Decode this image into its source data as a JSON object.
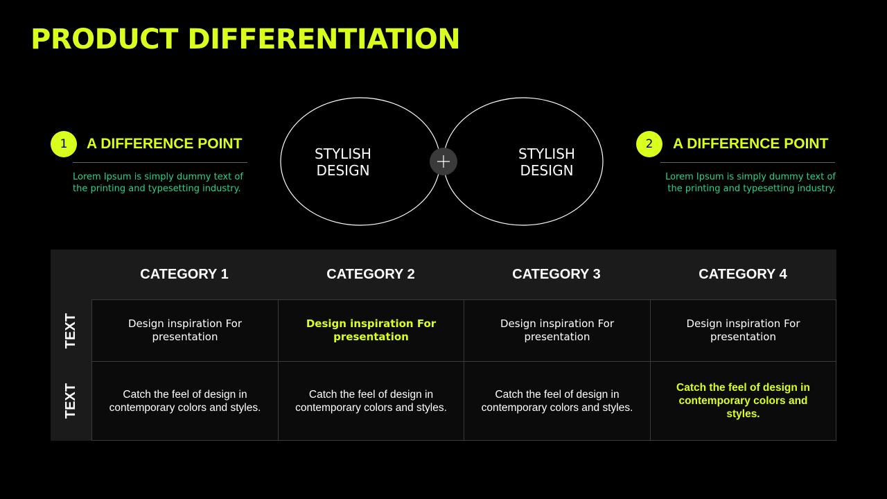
{
  "title": "PRODUCT DIFFERENTIATION",
  "colors": {
    "accent": "#d9ff1f",
    "description": "#27d38e",
    "background": "#000000"
  },
  "points": [
    {
      "number": "1",
      "title": "A DIFFERENCE POINT",
      "description": "Lorem Ipsum is simply dummy text of the printing and typesetting industry."
    },
    {
      "number": "2",
      "title": "A DIFFERENCE POINT",
      "description": "Lorem Ipsum is simply dummy text of the printing and typesetting industry."
    }
  ],
  "venn": {
    "left_label": "STYLISH DESIGN",
    "right_label": "STYLISH DESIGN",
    "center_icon": "plus-icon"
  },
  "table": {
    "headers": [
      "CATEGORY 1",
      "CATEGORY 2",
      "CATEGORY 3",
      "CATEGORY 4"
    ],
    "rows": [
      {
        "label": "TEXT",
        "cells": [
          "Design inspiration For presentation",
          "Design inspiration For presentation",
          "Design inspiration For presentation",
          "Design inspiration For presentation"
        ],
        "highlight_index": 1
      },
      {
        "label": "TEXT",
        "cells": [
          "Catch the feel of design in contemporary colors and styles.",
          "Catch the feel of design in contemporary colors and styles.",
          "Catch the feel of design in contemporary colors and styles.",
          "Catch the feel of design in contemporary colors and styles."
        ],
        "highlight_index": 3
      }
    ]
  }
}
